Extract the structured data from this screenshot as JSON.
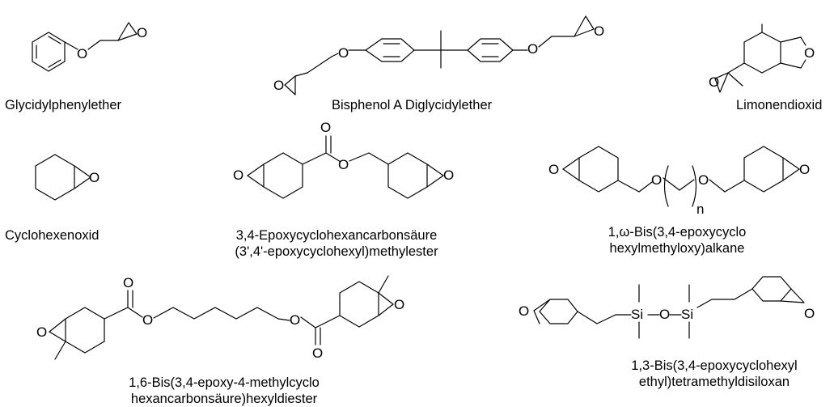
{
  "atoms": {
    "oxygen": "O",
    "silicon": "Si",
    "repeat_index": "n"
  },
  "captions": {
    "c1": "Glycidylphenylether",
    "c2": "Bisphenol A Diglycidylether",
    "c3": "Limonendioxid",
    "c4": "Cyclohexenoxid",
    "c5a": "3,4-Epoxycyclohexancarbonsäure",
    "c5b": "(3',4'-epoxycyclohexyl)methylester",
    "c6a": "1,ω-Bis(3,4-epoxycyclo",
    "c6b": "hexylmethyloxy)alkane",
    "c7a": "1,6-Bis(3,4-epoxy-4-methylcyclo",
    "c7b": "hexancarbonsäure)hexyldiester",
    "c8a": "1,3-Bis(3,4-epoxycyclohexyl",
    "c8b": "ethyl)tetramethyldisiloxan"
  }
}
